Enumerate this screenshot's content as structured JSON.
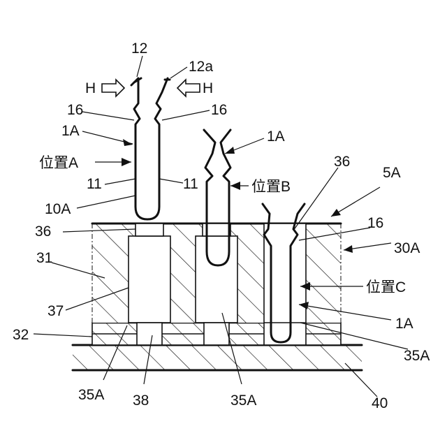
{
  "labels": {
    "pin_ref": "12",
    "tip_ref": "12a",
    "force_left": "H",
    "force_right": "H",
    "bump_left": "16",
    "bump_right": "16",
    "bump_c": "16",
    "contact_a": "1A",
    "contact_b": "1A",
    "contact_c": "1A",
    "position_a": "位置A",
    "position_b": "位置B",
    "position_c": "位置C",
    "arm_left": "11",
    "arm_right": "11",
    "body_ref": "10A",
    "stop_left": "36",
    "stop_right": "36",
    "connector_ref": "5A",
    "housing_ref": "30A",
    "housing_upper": "31",
    "housing_lower": "32",
    "cavity_ref": "37",
    "hole_left": "35A",
    "hole_mid": "35A",
    "hole_right": "35A",
    "stem_ref": "38",
    "board_ref": "40"
  }
}
